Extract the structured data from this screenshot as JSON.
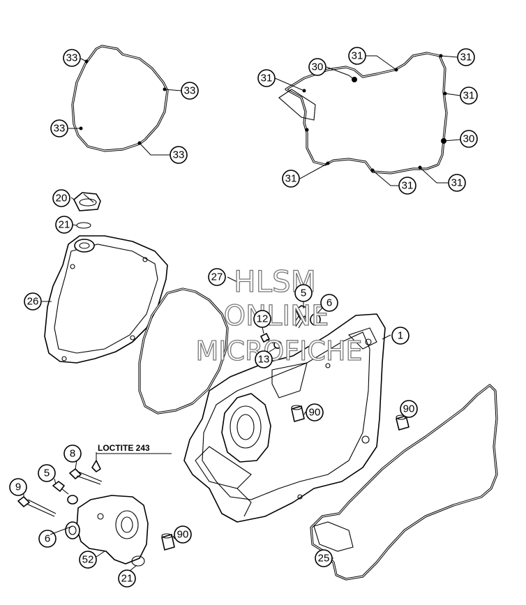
{
  "watermark": {
    "line1": "HLSM",
    "line2": "ONLINE",
    "line3": "MICROFICHE"
  },
  "note": {
    "loctite": "LOCTITE 243"
  },
  "callouts": {
    "c33a": "33",
    "c33b": "33",
    "c33c": "33",
    "c33d": "33",
    "c31a": "31",
    "c31b": "31",
    "c31c": "31",
    "c31d": "31",
    "c31e": "31",
    "c31f": "31",
    "c30a": "30",
    "c30b": "30",
    "c20": "20",
    "c21a": "21",
    "c26": "26",
    "c27": "27",
    "c5a": "5",
    "c6a": "6",
    "c12": "12",
    "c13": "13",
    "c1": "1",
    "c90a": "90",
    "c90b": "90",
    "c90c": "90",
    "c8": "8",
    "c5b": "5",
    "c9": "9",
    "c6b": "6",
    "c52": "52",
    "c21b": "21",
    "c25": "25"
  }
}
